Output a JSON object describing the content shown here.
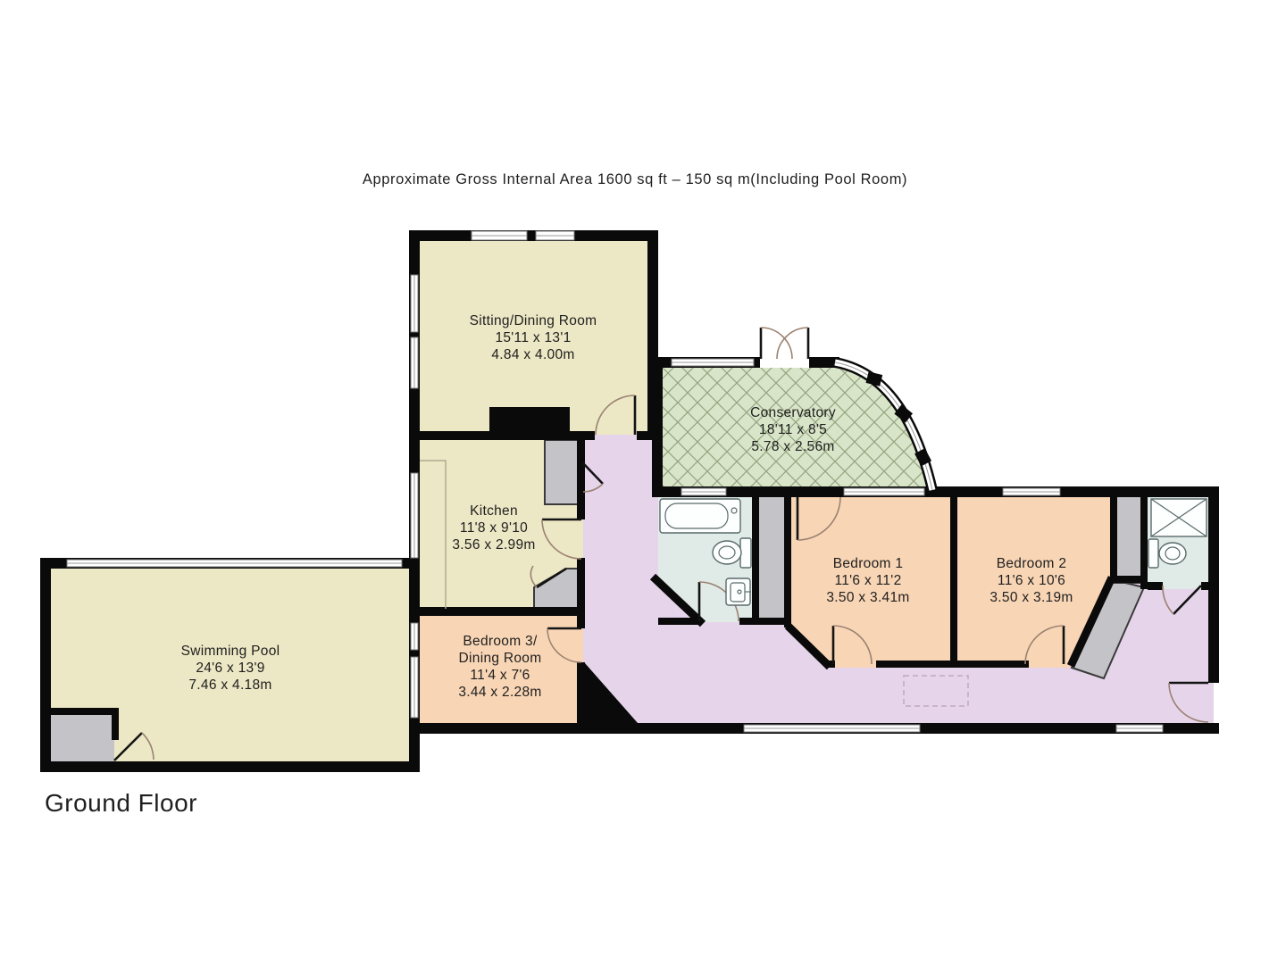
{
  "title": "Approximate Gross Internal Area 1600 sq ft – 150 sq m(Including Pool Room)",
  "floor_label": "Ground Floor",
  "rooms": {
    "sitting": {
      "name": "Sitting/Dining Room",
      "imperial": "15'11 x 13'1",
      "metric": "4.84 x 4.00m"
    },
    "conservatory": {
      "name": "Conservatory",
      "imperial": "18'11 x 8'5",
      "metric": "5.78 x 2.56m"
    },
    "kitchen": {
      "name": "Kitchen",
      "imperial": "11'8 x 9'10",
      "metric": "3.56 x 2.99m"
    },
    "pool": {
      "name": "Swimming Pool",
      "imperial": "24'6 x 13'9",
      "metric": "7.46 x 4.18m"
    },
    "bedroom3": {
      "name": "Bedroom 3/",
      "name2": "Dining Room",
      "imperial": "11'4 x 7'6",
      "metric": "3.44 x 2.28m"
    },
    "bedroom1": {
      "name": "Bedroom 1",
      "imperial": "11'6 x 11'2",
      "metric": "3.50 x 3.41m"
    },
    "bedroom2": {
      "name": "Bedroom 2",
      "imperial": "11'6 x 10'6",
      "metric": "3.50 x 3.19m"
    }
  },
  "colors": {
    "wall": "#0a0a0a",
    "cream": "#ece7c4",
    "peach": "#f8d5b5",
    "hall": "#e5d4ea",
    "conservatory": "#d9e5c9",
    "bath": "#e0ebe8",
    "closet": "#c4c4c8",
    "window": "#ffffff"
  }
}
